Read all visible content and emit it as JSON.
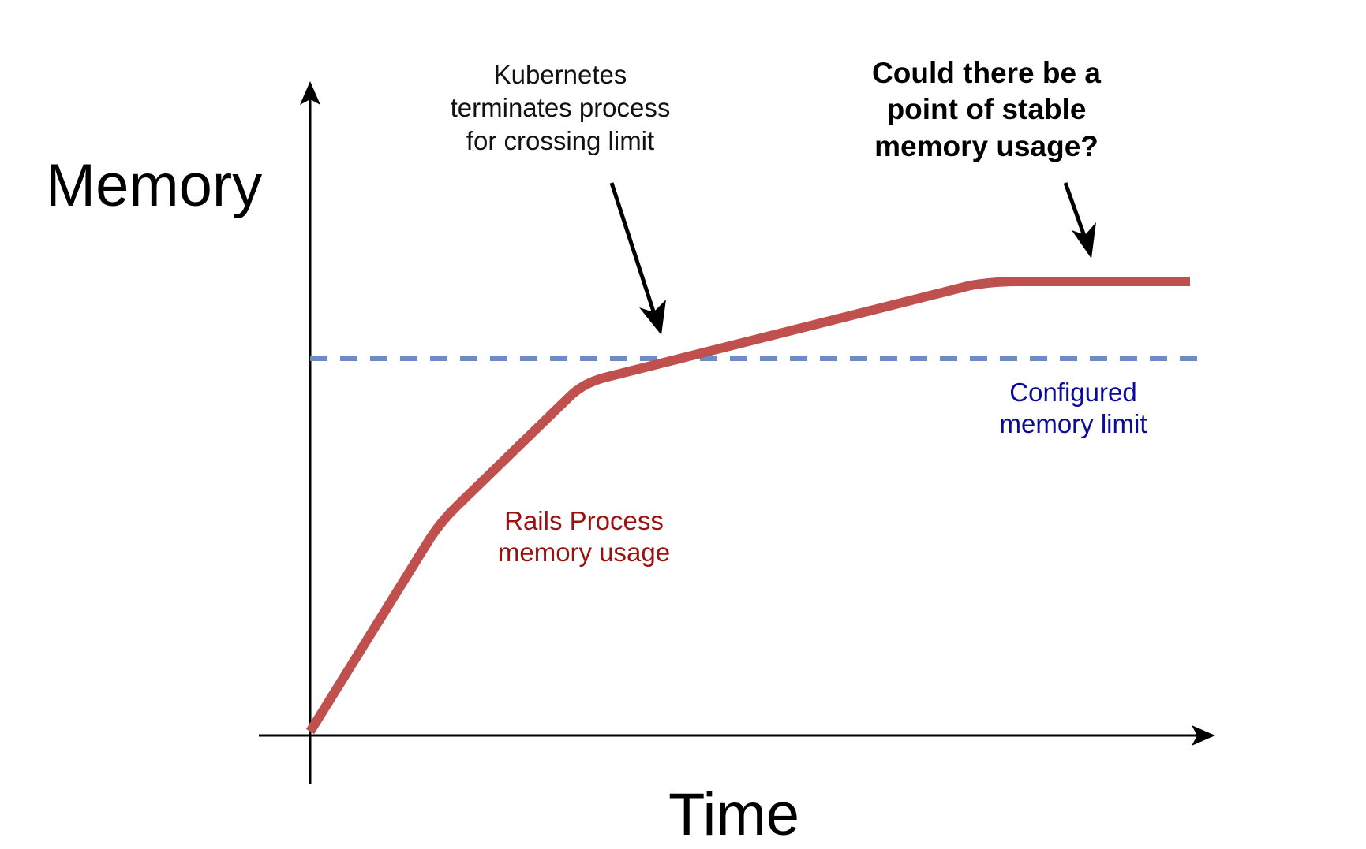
{
  "axes": {
    "y_label": "Memory",
    "x_label": "Time"
  },
  "annotations": {
    "kubernetes_note": "Kubernetes\nterminates process\nfor crossing limit",
    "stable_question": "Could there be a\npoint of stable\nmemory usage?",
    "limit_label": "Configured\nmemory limit",
    "process_label": "Rails Process\nmemory usage"
  },
  "colors": {
    "memory_curve": "#c0504d",
    "limit_line": "#6b8cc4",
    "limit_text": "#0a0a9c",
    "process_text": "#9c1010",
    "axes": "#000000"
  }
}
